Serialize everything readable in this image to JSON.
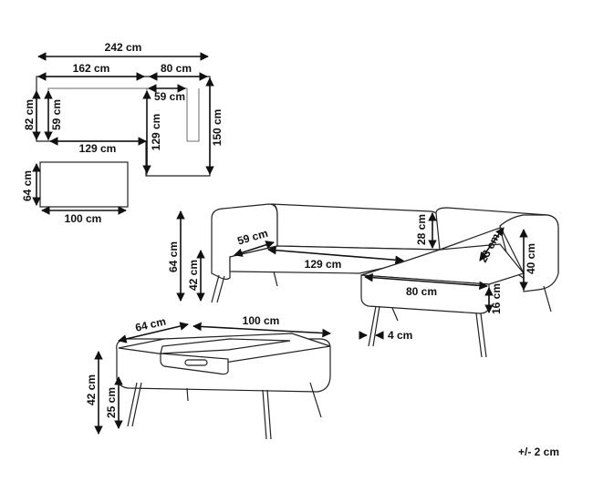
{
  "plan": {
    "overall_width": "242 cm",
    "sofa_width": "162 cm",
    "chaise_width": "80 cm",
    "sofa_depth": "82 cm",
    "seat_depth_sofa": "59 cm",
    "seat_width_sofa": "129 cm",
    "seat_depth_chaise": "59 cm",
    "seat_length_chaise": "129 cm",
    "overall_length": "150 cm",
    "table_depth": "64 cm",
    "table_width": "100 cm"
  },
  "sofa_view": {
    "total_height": "64 cm",
    "seat_height": "42 cm",
    "seat_depth": "59 cm",
    "seat_width": "129 cm",
    "backrest_height": "28 cm",
    "armrest_depth": "23 cm",
    "armrest_height": "40 cm",
    "chaise_width": "80 cm",
    "leg_height": "16 cm",
    "leg_width": "4 cm"
  },
  "table_view": {
    "depth": "64 cm",
    "width": "100 cm",
    "height": "42 cm",
    "leg_height": "25 cm"
  },
  "tolerance": "+/- 2 cm"
}
